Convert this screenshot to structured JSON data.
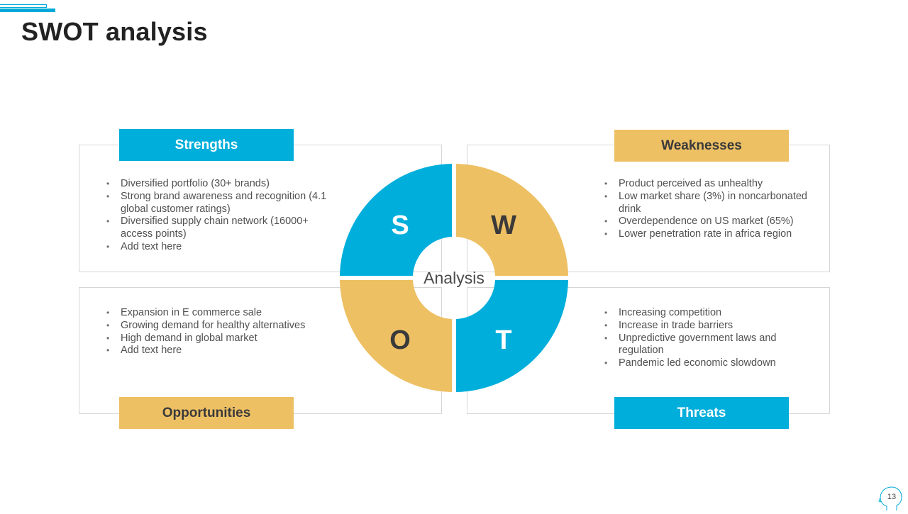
{
  "slide": {
    "title": "SWOT analysis",
    "page_number": "13"
  },
  "diagram": {
    "center_label": "Analysis",
    "letters": {
      "s": "S",
      "w": "W",
      "o": "O",
      "t": "T"
    }
  },
  "strengths": {
    "label": "Strengths",
    "items": [
      "Diversified portfolio (30+ brands)",
      "Strong brand awareness and recognition (4.1 global customer ratings)",
      "Diversified supply chain network (16000+ access points)",
      "Add text here"
    ]
  },
  "weaknesses": {
    "label": "Weaknesses",
    "items": [
      "Product perceived as unhealthy",
      "Low market share (3%) in noncarbonated drink",
      "Overdependence on US market (65%)",
      "Lower penetration rate in africa region"
    ]
  },
  "opportunities": {
    "label": "Opportunities",
    "items": [
      "Expansion in E commerce sale",
      "Growing demand for healthy alternatives",
      "High demand in global market",
      "Add text here"
    ]
  },
  "threats": {
    "label": "Threats",
    "items": [
      "Increasing competition",
      "Increase in trade barriers",
      "Unpredictive government laws and regulation",
      "Pandemic led economic slowdown"
    ]
  },
  "colors": {
    "blue": "#00aedb",
    "gold": "#eec064",
    "accent": "#00a9d8"
  },
  "icons": [
    "head-outline-icon"
  ]
}
